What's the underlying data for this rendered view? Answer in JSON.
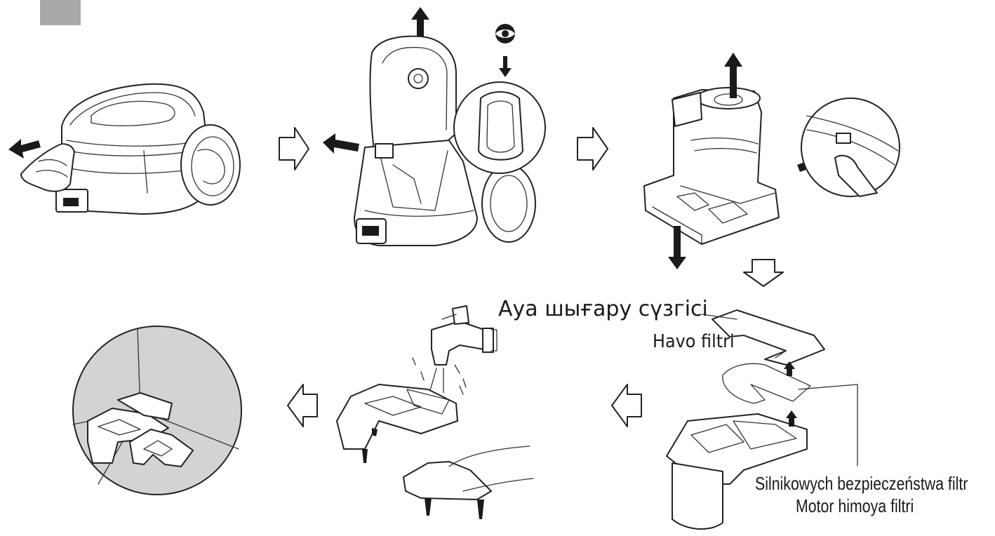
{
  "labels": {
    "exhaust_filter_kk": "Ауа шығару сүзгісі",
    "exhaust_filter_uz": "Havo filtri",
    "motor_filter_pl": "Silnikowych bezpieczeństwa filtr",
    "motor_filter_uz": "Motor himoya filtri"
  },
  "colors": {
    "line": "#222222",
    "marker_square": "#a9a9a9",
    "circle_background": "#d3d3d3",
    "arrow_fill": "#1a1a1a"
  },
  "icons": [
    "eye-icon"
  ]
}
